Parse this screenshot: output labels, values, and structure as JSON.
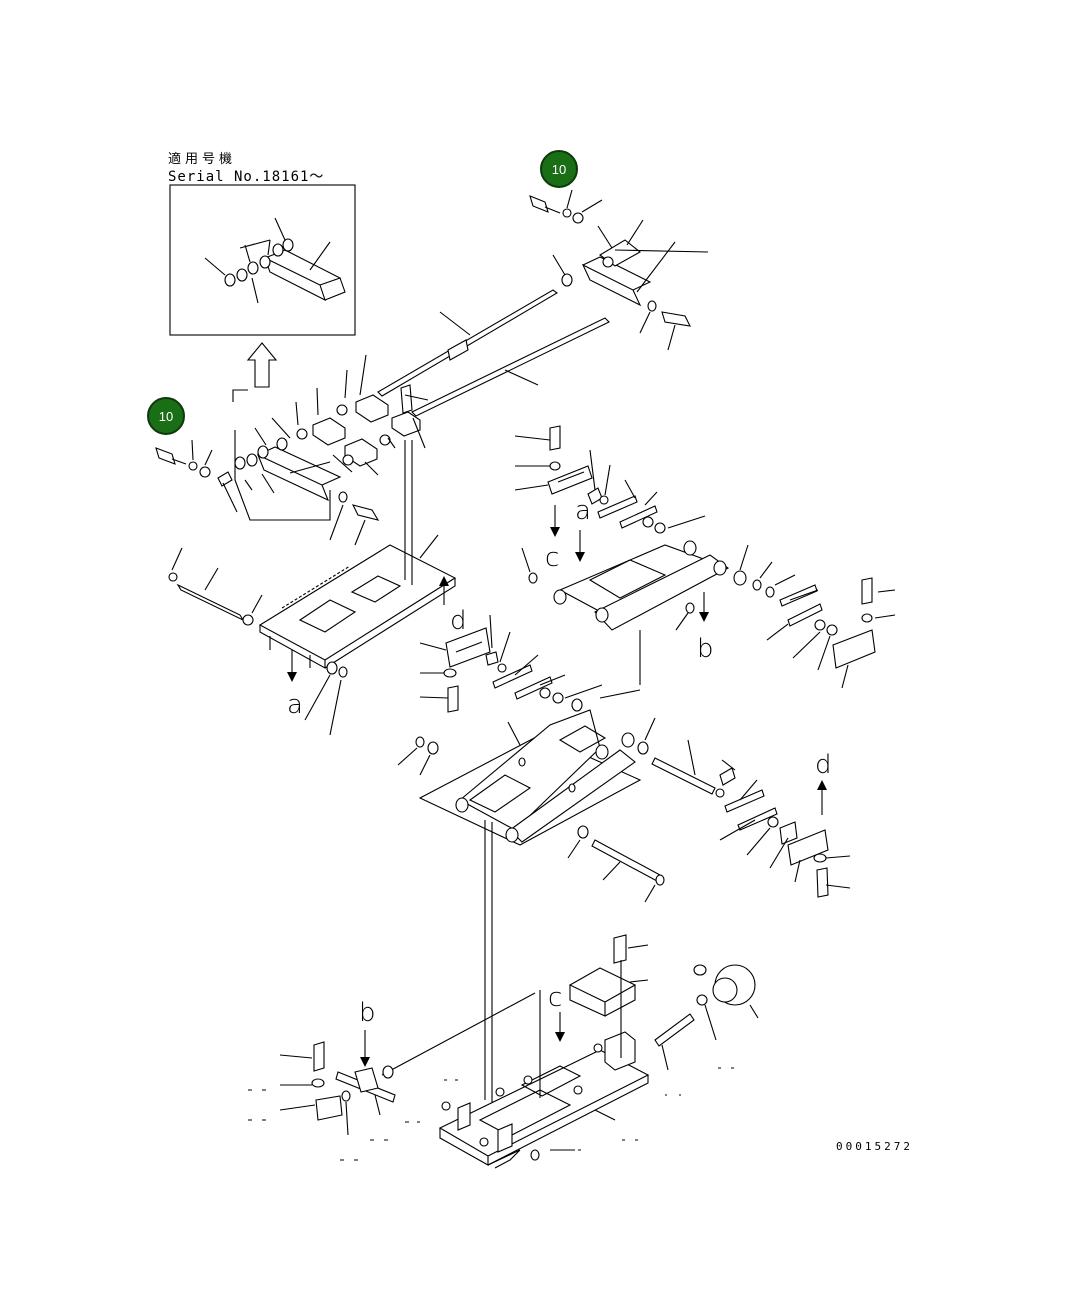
{
  "header": {
    "serial_japanese": "適用号機",
    "serial_number": "Serial No.18161～"
  },
  "callouts": [
    {
      "id": "callout-top",
      "label": "10"
    },
    {
      "id": "callout-left",
      "label": "10"
    }
  ],
  "view_letters": {
    "a": "a",
    "b": "b",
    "c": "c",
    "d": "d"
  },
  "drawing_number": "00015272",
  "colors": {
    "callout_fill": "#1a6e16",
    "line": "#000000",
    "background": "#ffffff"
  }
}
